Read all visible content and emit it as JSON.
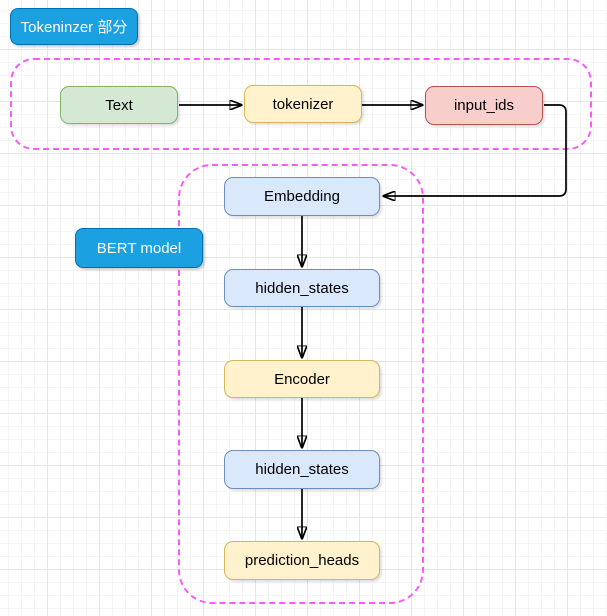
{
  "diagram": {
    "type": "flowchart",
    "labels": {
      "tokenizer_group": "Tokeninzer 部分",
      "bert_group": "BERT model"
    },
    "nodes": {
      "text": {
        "label": "Text",
        "fill": "#D5E8D4",
        "border": "#82B366"
      },
      "tokenizer": {
        "label": "tokenizer",
        "fill": "#FFF2CC",
        "border": "#D6B656"
      },
      "input_ids": {
        "label": "input_ids",
        "fill": "#F8CECC",
        "border": "#B85450"
      },
      "embedding": {
        "label": "Embedding",
        "fill": "#DAE8FC",
        "border": "#6C8EBF"
      },
      "hidden_states_1": {
        "label": "hidden_states",
        "fill": "#DAE8FC",
        "border": "#6C8EBF"
      },
      "encoder": {
        "label": "Encoder",
        "fill": "#FFF2CC",
        "border": "#D6B656"
      },
      "hidden_states_2": {
        "label": "hidden_states",
        "fill": "#DAE8FC",
        "border": "#6C8EBF"
      },
      "prediction_heads": {
        "label": "prediction_heads",
        "fill": "#FFF2CC",
        "border": "#D6B656"
      }
    },
    "edges": [
      {
        "from": "text",
        "to": "tokenizer"
      },
      {
        "from": "tokenizer",
        "to": "input_ids"
      },
      {
        "from": "input_ids",
        "to": "embedding"
      },
      {
        "from": "embedding",
        "to": "hidden_states_1"
      },
      {
        "from": "hidden_states_1",
        "to": "encoder"
      },
      {
        "from": "encoder",
        "to": "hidden_states_2"
      },
      {
        "from": "hidden_states_2",
        "to": "prediction_heads"
      }
    ],
    "palette": {
      "azure-fill": "#1BA1E2",
      "azure-border": "#006EAF",
      "green-fill": "#D5E8D4",
      "green-border": "#82B366",
      "yellow-fill": "#FFF2CC",
      "yellow-border": "#D6B656",
      "red-fill": "#F8CECC",
      "red-border": "#B85450",
      "blue-fill": "#DAE8FC",
      "blue-border": "#6C8EBF",
      "dash": "#F85CF8",
      "arrow": "#000000"
    }
  }
}
